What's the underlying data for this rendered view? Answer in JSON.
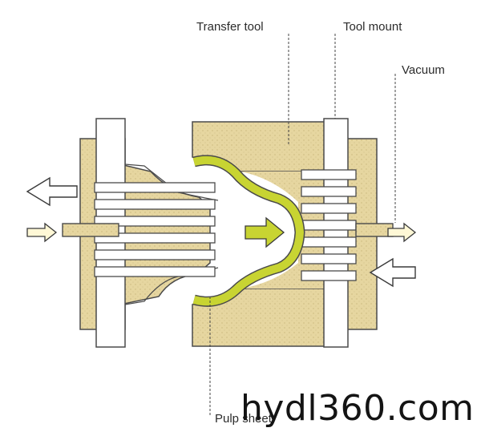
{
  "labels": {
    "transfer_tool": "Transfer tool",
    "tool_mount": "Tool mount",
    "vacuum": "Vacuum",
    "pulp_sheet": "Pulp sheet"
  },
  "watermark": "hydl360.com",
  "colors": {
    "tool_fill": "#e6d6a0",
    "tool_outline": "#4a4a4a",
    "pulp_sheet": "#c8d432",
    "arrow_outline": "#3a3a3a",
    "flow_arrow": "#c8d432",
    "mount_fill": "#ffffff"
  },
  "icons": [
    "arrow-left-icon",
    "arrow-right-icon",
    "flow-arrow-icon"
  ]
}
